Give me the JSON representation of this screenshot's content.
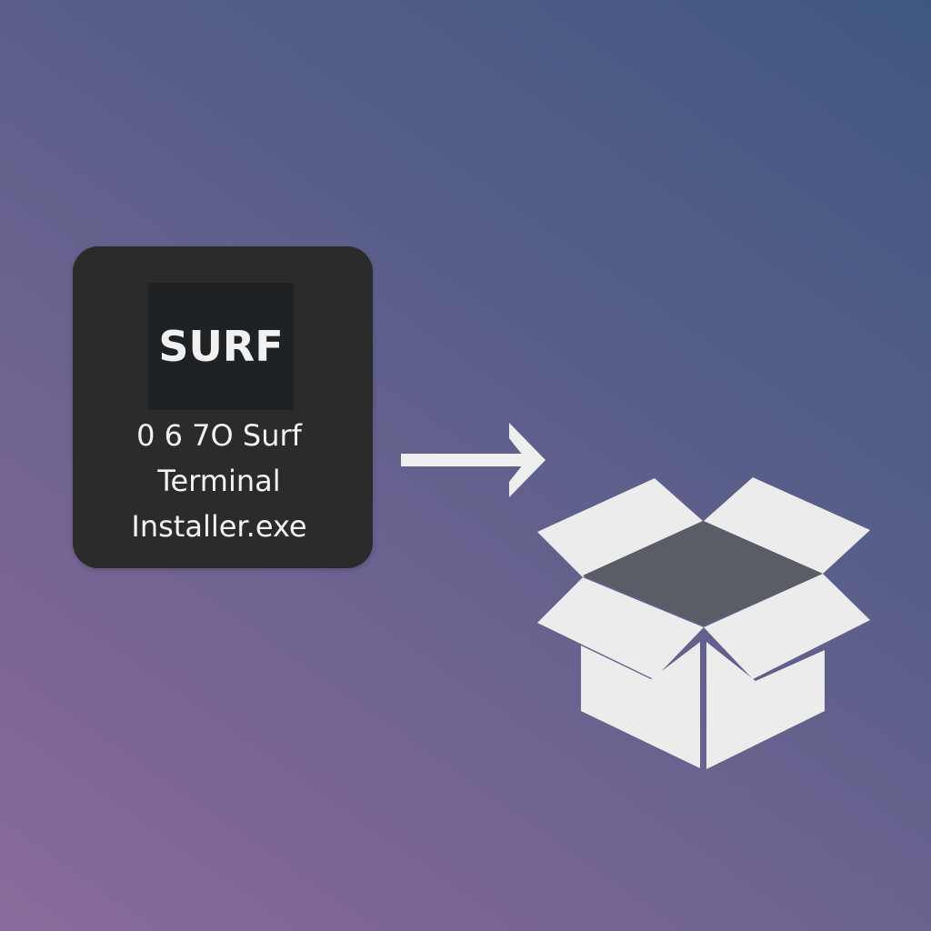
{
  "file_tile": {
    "logo_text": "SURF",
    "name_lines": [
      "0 6 7O Surf",
      "Terminal",
      "Installer.exe"
    ]
  },
  "icons": {
    "arrow": "arrow-right-icon",
    "package": "open-box-icon"
  },
  "colors": {
    "background_start": "#8a6a9c",
    "background_end": "#3f5780",
    "tile": "#2b2b2c",
    "logo_bg": "#1f2224",
    "icon_light": "#eeeeee",
    "box_inner": "#5a5d66"
  }
}
